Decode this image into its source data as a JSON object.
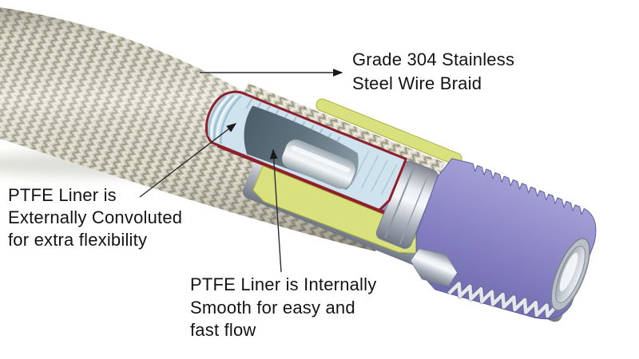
{
  "annotations": {
    "braid_label": {
      "lines": [
        "Grade 304 Stainless",
        "Steel Wire Braid"
      ]
    },
    "external_label": {
      "lines": [
        "PTFE Liner is",
        "Externally Convoluted",
        "for extra flexibility"
      ]
    },
    "internal_label": {
      "lines": [
        "PTFE Liner is Internally",
        "Smooth for easy and",
        "fast flow"
      ]
    }
  },
  "colors": {
    "background": "#ffffff",
    "text": "#141414",
    "leader_line": "#2a2a2a",
    "arrowhead": "#1a1a1a",
    "braid_base": "#d3cfc0",
    "braid_dark": "#9b9885",
    "braid_light": "#efede1",
    "cut_edge_red": "#8e1f2c",
    "liner_blue": "#cfe3ee",
    "liner_rib": "#a3c2d3",
    "bore_dark": "#54666f",
    "socket_yellow": "#d9e07e",
    "socket_yellow_edge": "#aab23f",
    "fitting_purple": "#8a87c6",
    "fitting_purple_dark": "#605d9e",
    "metal_silver": "#c9ced6"
  }
}
